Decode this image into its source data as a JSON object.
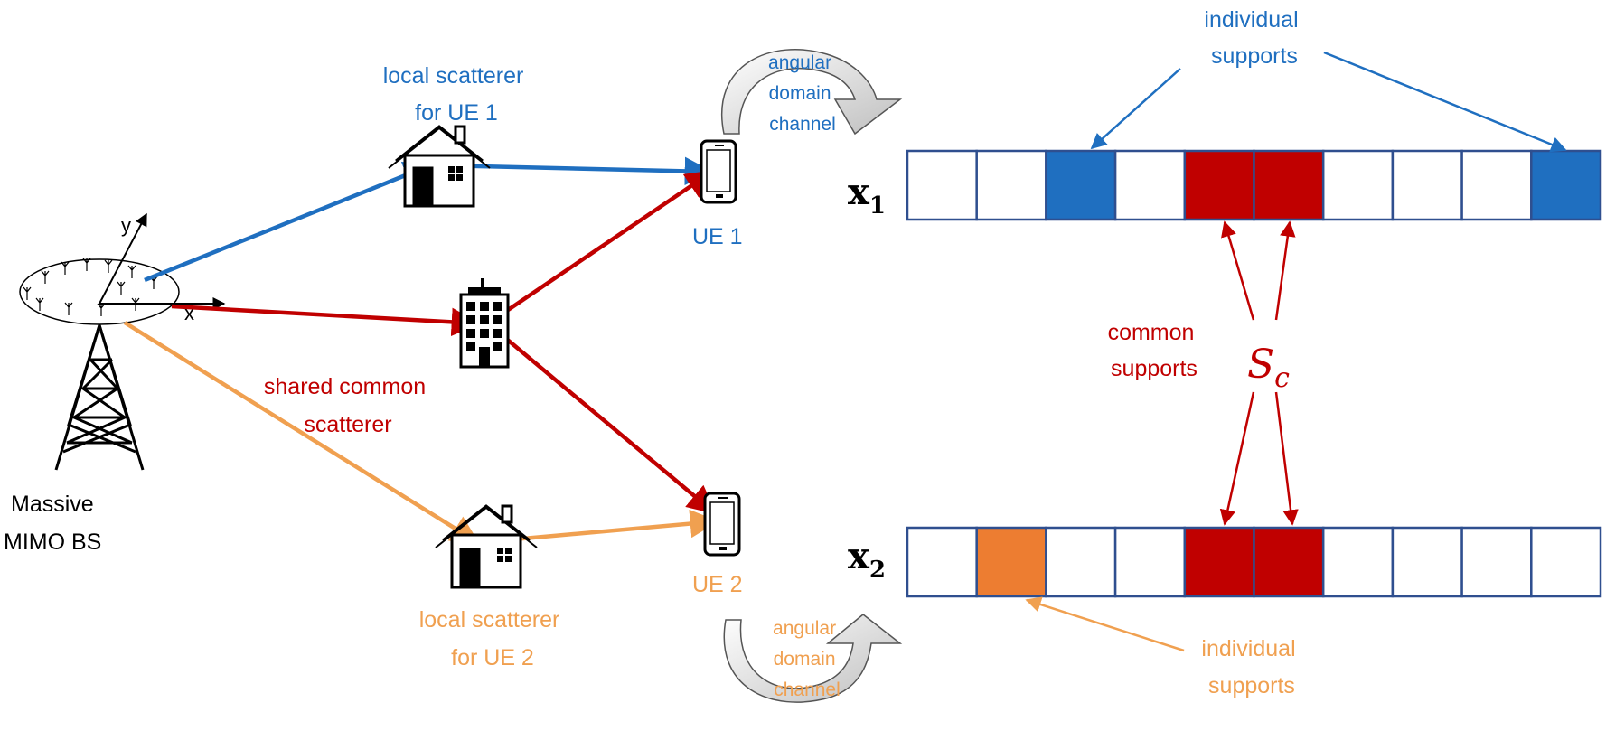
{
  "colors": {
    "blue": "#1f6fc0",
    "red": "#c00000",
    "orange": "#f0a050",
    "orange_cell": "#ed7d31",
    "red_cell": "#c00000",
    "blue_cell": "#1f6fc0",
    "box_border": "#2f4f8f",
    "black": "#000000"
  },
  "labels": {
    "bs": [
      "Massive",
      "MIMO BS"
    ],
    "axis_x": "x",
    "axis_y": "y",
    "local_ue1": [
      "local scatterer",
      "for UE 1"
    ],
    "local_ue2": [
      "local scatterer",
      "for UE 2"
    ],
    "shared": [
      "shared common",
      "scatterer"
    ],
    "ue1": "UE 1",
    "ue2": "UE 2",
    "angular_top": [
      "angular",
      "domain",
      "channel"
    ],
    "angular_bottom": [
      "angular",
      "domain",
      "channel"
    ],
    "ind_top": [
      "individual",
      "supports"
    ],
    "ind_bottom": [
      "individual",
      "supports"
    ],
    "common": [
      "common",
      "supports"
    ],
    "sc_main": "S",
    "sc_sub": "c",
    "x1_main": "x",
    "x1_sub": "1",
    "x2_main": "x",
    "x2_sub": "2"
  },
  "vectors": {
    "x1_cells": [
      "empty",
      "empty",
      "blue",
      "empty",
      "red",
      "red",
      "empty",
      "empty",
      "empty",
      "blue"
    ],
    "x2_cells": [
      "empty",
      "orange",
      "empty",
      "empty",
      "red",
      "red",
      "empty",
      "empty",
      "empty",
      "empty"
    ]
  },
  "icons": [
    "cell-tower-icon",
    "house-icon",
    "office-building-icon",
    "smartphone-icon",
    "curved-arrow-icon"
  ]
}
